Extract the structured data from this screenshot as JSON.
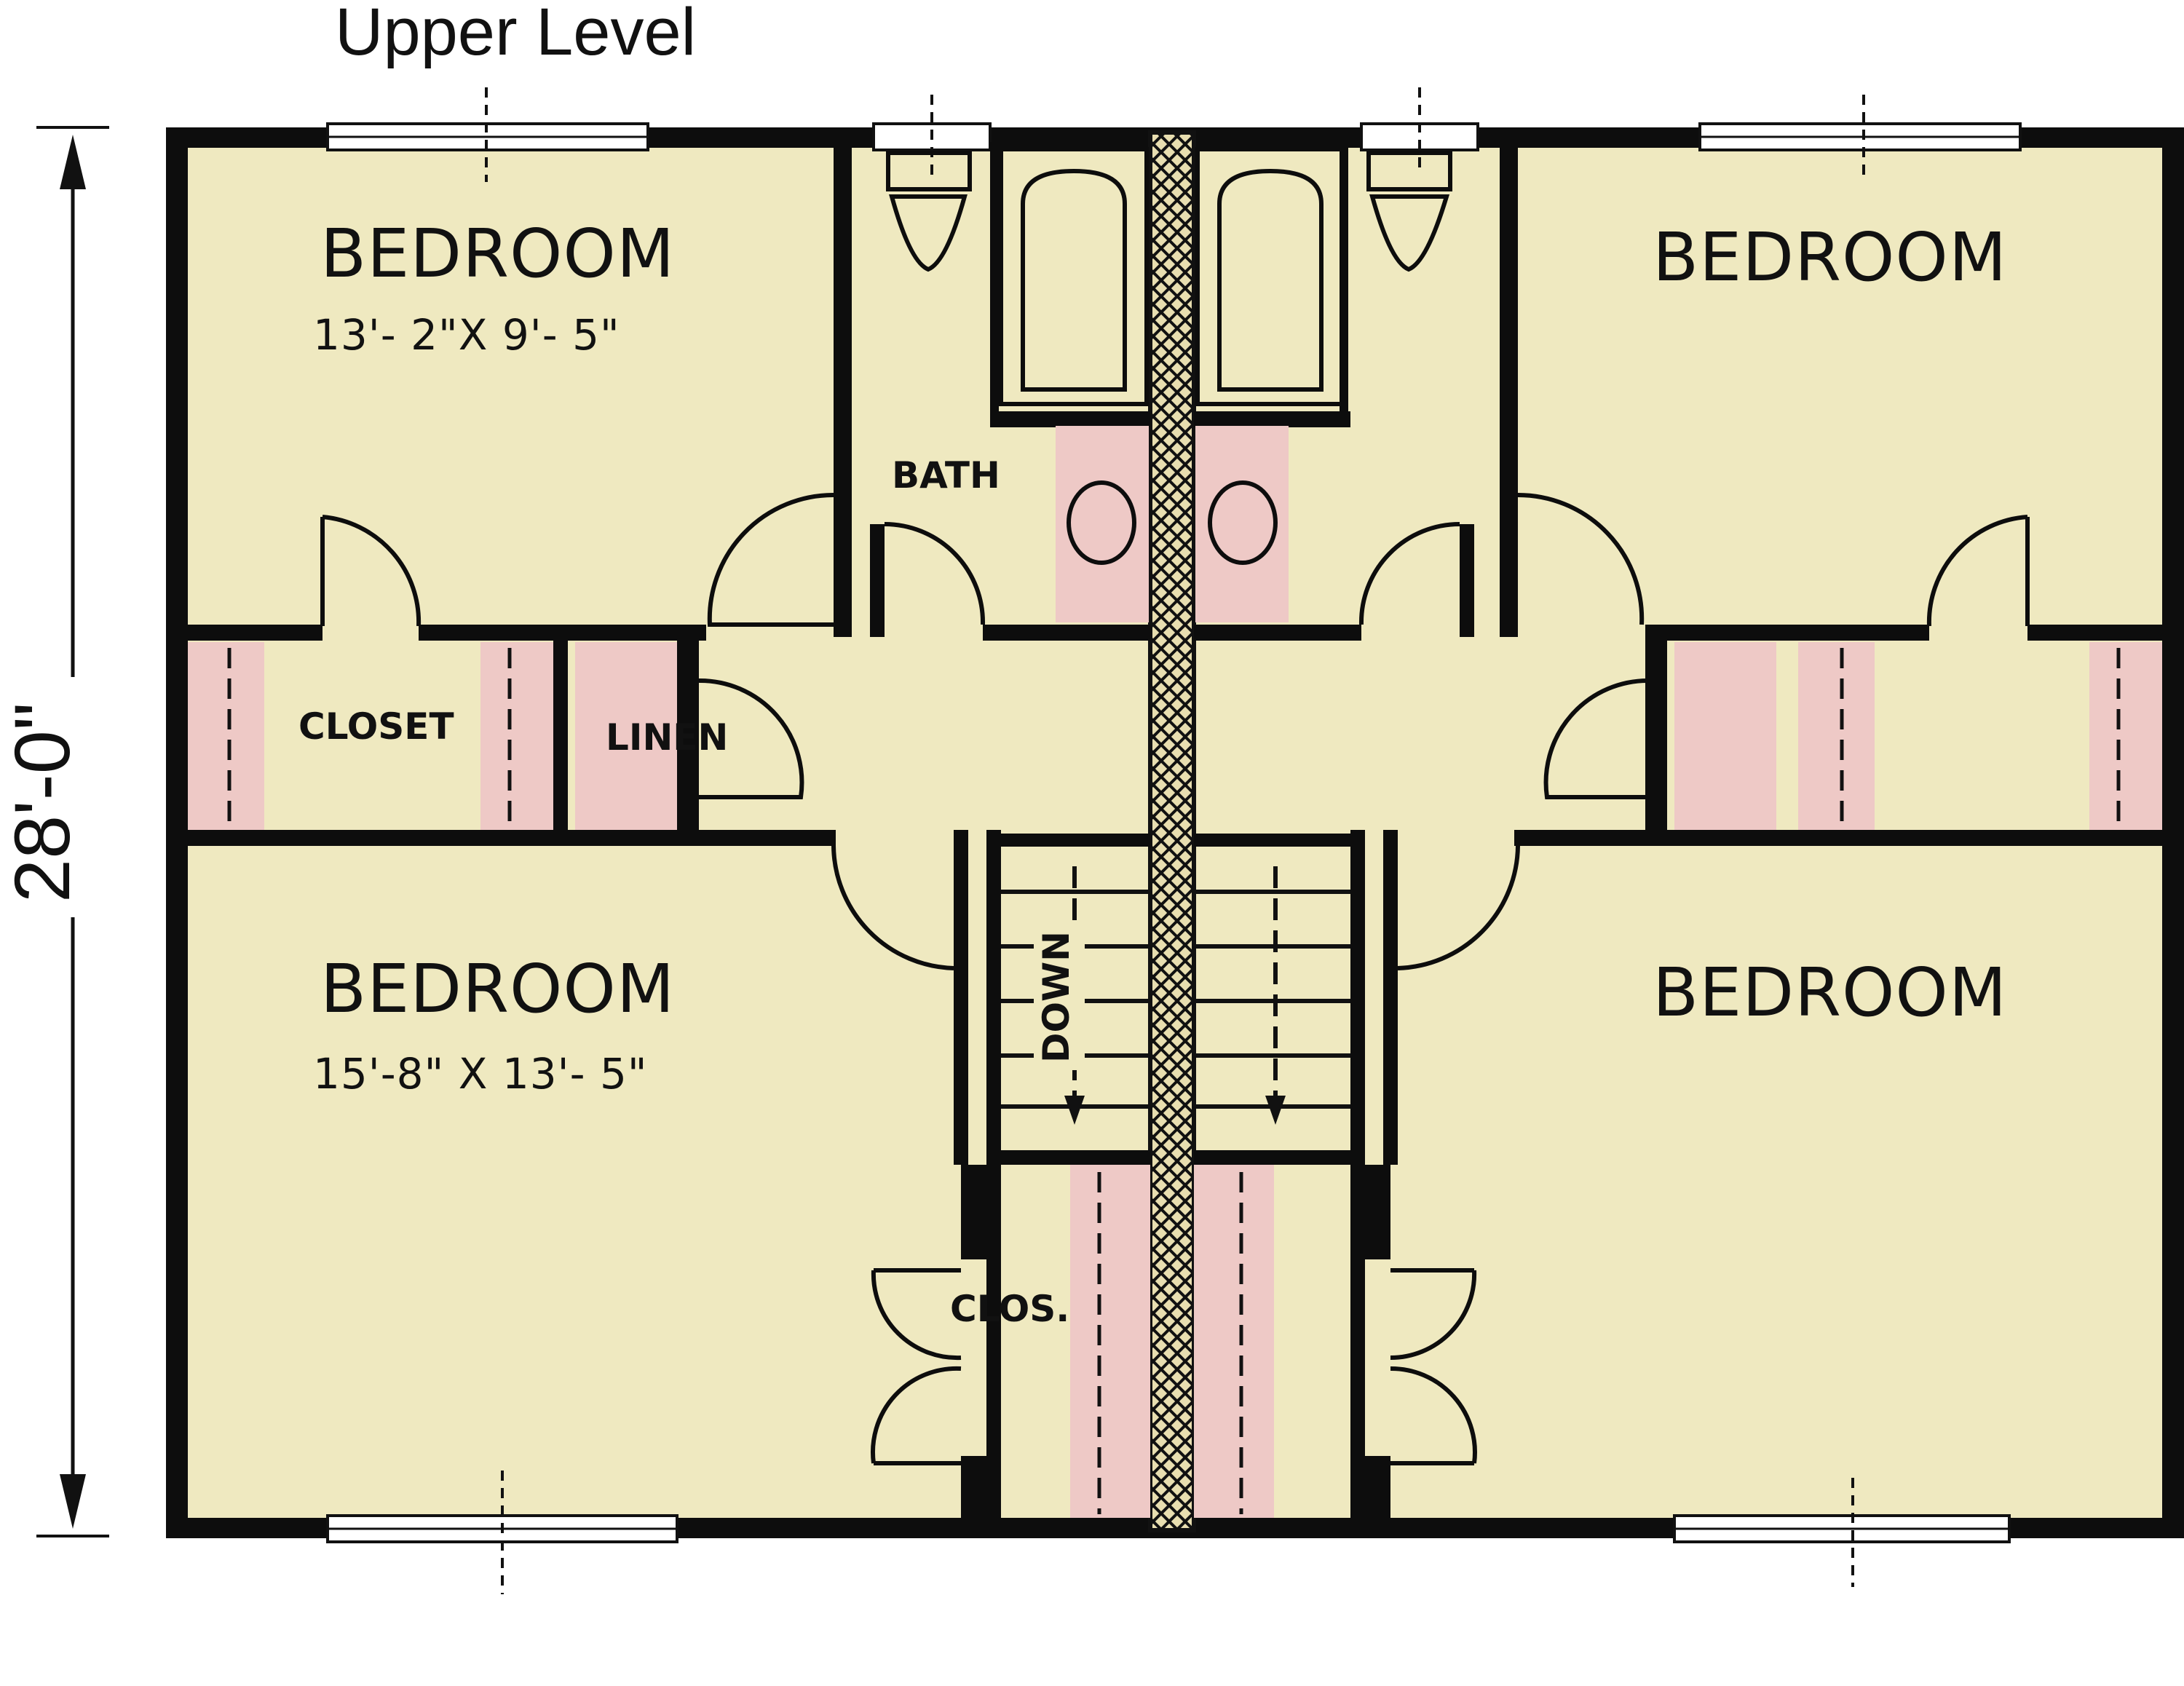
{
  "title": "Upper Level",
  "overall_dimension": "28'-0\"",
  "colors": {
    "floor": "#efe9c0",
    "wall": "#0d0d0d",
    "pink_fixture": "#eec9c6",
    "party_wall_hatch": "#d8cfa0"
  },
  "rooms": {
    "bedroom_top_left": {
      "name": "BEDROOM",
      "size": "13'- 2\"X 9'- 5\""
    },
    "bedroom_top_right": {
      "name": "BEDROOM"
    },
    "bedroom_bottom_left": {
      "name": "BEDROOM",
      "size": "15'-8\" X 13'- 5\""
    },
    "bedroom_bottom_right": {
      "name": "BEDROOM"
    },
    "bath": "BATH",
    "closet": "CLOSET",
    "linen": "LINEN",
    "clos": "CLOS.",
    "stairs": "DOWN"
  },
  "icons": [
    "toilet-icon",
    "bathtub-icon",
    "sink-icon",
    "door-swing-icon",
    "window-icon",
    "stair-arrow-icon",
    "dimension-arrow-icon"
  ]
}
